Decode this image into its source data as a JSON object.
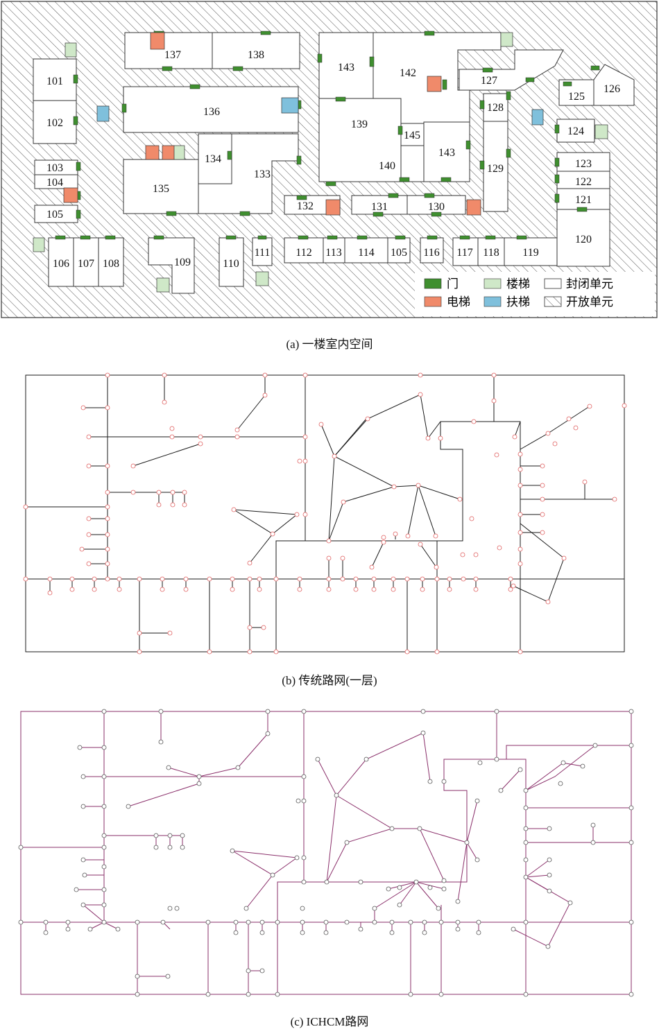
{
  "captions": {
    "a": "(a) 一楼室内空间",
    "b": "(b) 传统路网(一层)",
    "c": "(c) ICHCM路网"
  },
  "legend": {
    "door": "门",
    "stair": "楼梯",
    "closed_unit": "封闭单元",
    "elevator": "电梯",
    "escalator": "扶梯",
    "open_unit": "开放单元"
  },
  "colors": {
    "door": "#3f8f2f",
    "stair": "#cfe8c8",
    "elevator": "#f08a6a",
    "escalator": "#7fc0dc",
    "hatch": "#555555",
    "network_b": "#1a1a1a",
    "node_b": "#e06060",
    "network_c": "#8a2f6a",
    "node_c": "#555555"
  },
  "rooms": {
    "r101": "101",
    "r102": "102",
    "r103": "103",
    "r104": "104",
    "r105": "105",
    "r106": "106",
    "r107": "107",
    "r108": "108",
    "r109": "109",
    "r110": "110",
    "r111": "111",
    "r112": "112",
    "r113": "113",
    "r114": "114",
    "r105b": "105",
    "r116": "116",
    "r117": "117",
    "r118": "118",
    "r119": "119",
    "r120": "120",
    "r121": "121",
    "r122": "122",
    "r123": "123",
    "r124": "124",
    "r125": "125",
    "r126": "126",
    "r127": "127",
    "r128": "128",
    "r129": "129",
    "r130": "130",
    "r131": "131",
    "r132": "132",
    "r133": "133",
    "r134": "134",
    "r135": "135",
    "r136": "136",
    "r137": "137",
    "r138": "138",
    "r139": "139",
    "r140": "140",
    "r142": "142",
    "r143a": "143",
    "r143b": "143",
    "r145": "145"
  }
}
